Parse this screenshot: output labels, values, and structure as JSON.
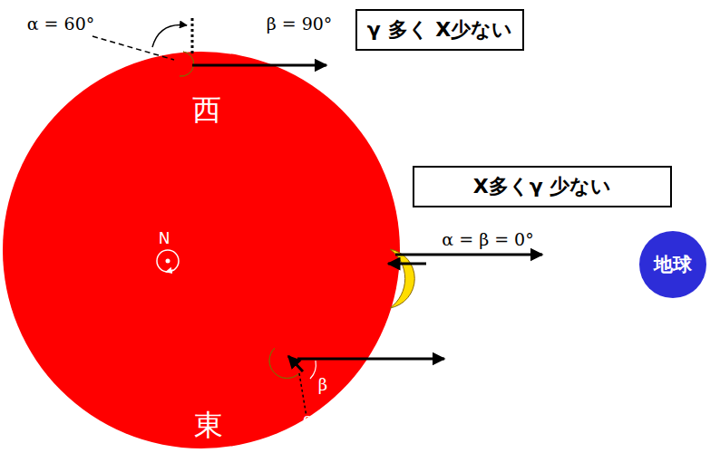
{
  "diagram": {
    "nodes": [
      {
        "text": [
          "西",
          "N",
          "東"
        ]
      },
      {
        "text": [
          "γ 多く X少ない"
        ]
      },
      {
        "text": [
          "X多くγ 少ない"
        ]
      },
      {
        "text": [
          "地球"
        ]
      }
    ],
    "labels": [
      "α = 60°",
      "β = 90°",
      "α = β = 0°",
      "β",
      "α"
    ]
  }
}
